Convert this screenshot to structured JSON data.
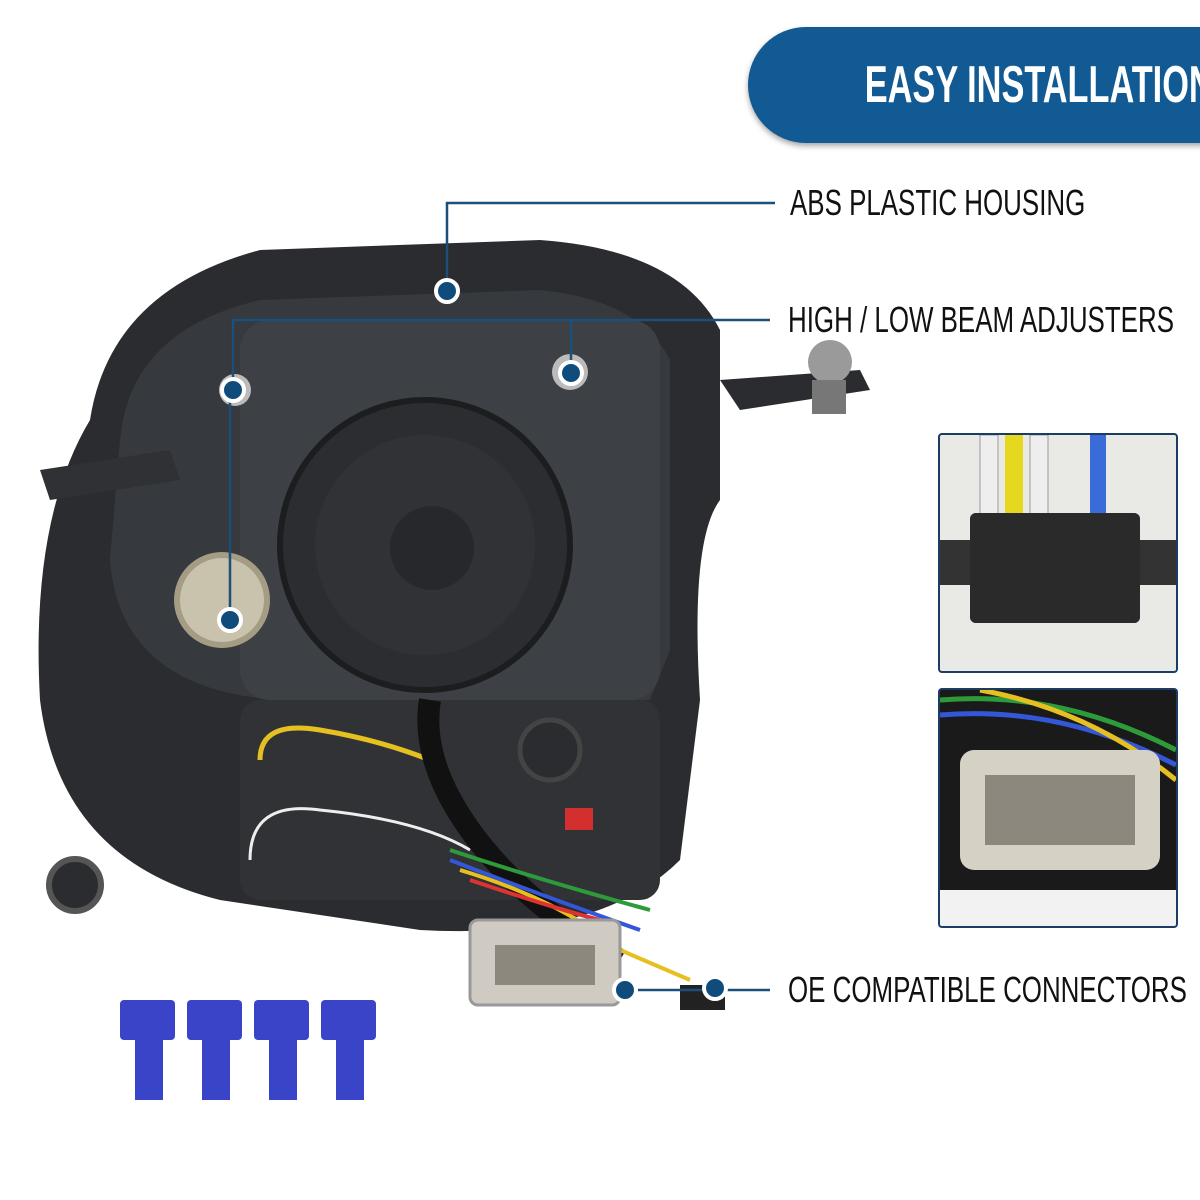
{
  "banner": {
    "title": "EASY INSTALLATION",
    "color": "#115a93"
  },
  "callouts": [
    {
      "label": "ABS PLASTIC HOUSING"
    },
    {
      "label": "HIGH / LOW BEAM ADJUSTERS"
    },
    {
      "label": "OE COMPATIBLE CONNECTORS"
    }
  ],
  "colors": {
    "leader_line": "#1c4f7a",
    "dot": "#0f4c7c",
    "inset_border": "#1c3d63"
  }
}
